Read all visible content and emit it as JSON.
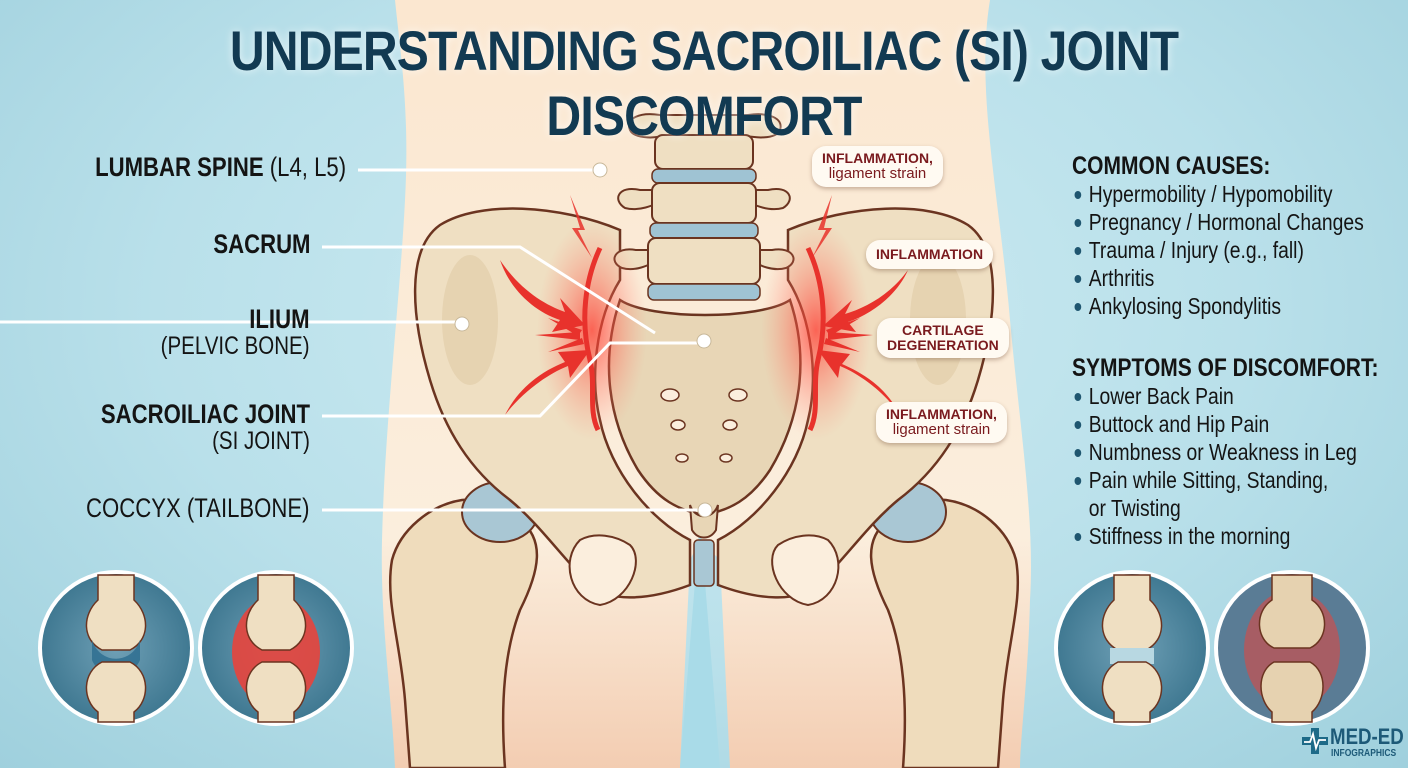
{
  "title": "UNDERSTANDING SACROILIAC (SI) JOINT DISCOMFORT",
  "colors": {
    "title": "#123a52",
    "background": "#b9e0ea",
    "skin": "#f8e6cf",
    "bone": "#efe0c2",
    "bone_outline": "#6b3420",
    "disc": "#9fc3d3",
    "inflammation": "#e8322c",
    "bubble_text": "#7a1a1e",
    "bullet": "#1f5670",
    "brand": "#1d5a78"
  },
  "anatomy_labels": [
    {
      "id": "lumbar-spine",
      "main": "LUMBAR SPINE",
      "suffix": " (L4, L5)",
      "second": ""
    },
    {
      "id": "sacrum",
      "main": "SACRUM",
      "suffix": "",
      "second": ""
    },
    {
      "id": "ilium",
      "main": "ILIUM",
      "suffix": "",
      "second": "(PELVIC BONE)"
    },
    {
      "id": "sacroiliac-joint",
      "main": "SACROILIAC JOINT",
      "suffix": "",
      "second": "(SI JOINT)"
    },
    {
      "id": "coccyx",
      "main": "COCCYX (TAILBONE)",
      "suffix": "",
      "second": ""
    }
  ],
  "callouts": [
    {
      "id": "top",
      "line1": "INFLAMMATION,",
      "line2": "ligament strain"
    },
    {
      "id": "upper",
      "line1": "INFLAMMATION",
      "line2": ""
    },
    {
      "id": "middle",
      "line1": "CARTILAGE",
      "line2": "DEGENERATION"
    },
    {
      "id": "lower",
      "line1": "INFLAMMATION,",
      "line2": "ligament strain"
    }
  ],
  "causes": {
    "heading": "COMMON CAUSES:",
    "items": [
      "Hypermobility / Hypomobility",
      "Pregnancy / Hormonal Changes",
      "Trauma / Injury (e.g., fall)",
      "Arthritis",
      "Ankylosing Spondylitis"
    ]
  },
  "symptoms": {
    "heading": "SYMPTOMS OF DISCOMFORT:",
    "items": [
      {
        "line1": "Lower Back Pain",
        "line2": ""
      },
      {
        "line1": "Buttock and Hip Pain",
        "line2": ""
      },
      {
        "line1": "Numbness or Weakness in Leg",
        "line2": ""
      },
      {
        "line1": "Pain while Sitting, Standing,",
        "line2": "or Twisting"
      },
      {
        "line1": "Stiffness in the morning",
        "line2": ""
      }
    ]
  },
  "joint_insets": [
    {
      "id": "left-healthy",
      "state": "healthy joint"
    },
    {
      "id": "left-inflamed",
      "state": "inflamed joint"
    },
    {
      "id": "right-healthy",
      "state": "healthy joint"
    },
    {
      "id": "right-degenerated",
      "state": "degenerated joint"
    }
  ],
  "logo": {
    "brand": "MED-ED",
    "tagline": "INFOGRAPHICS",
    "icon": "medical-cross-heartbeat-icon"
  }
}
